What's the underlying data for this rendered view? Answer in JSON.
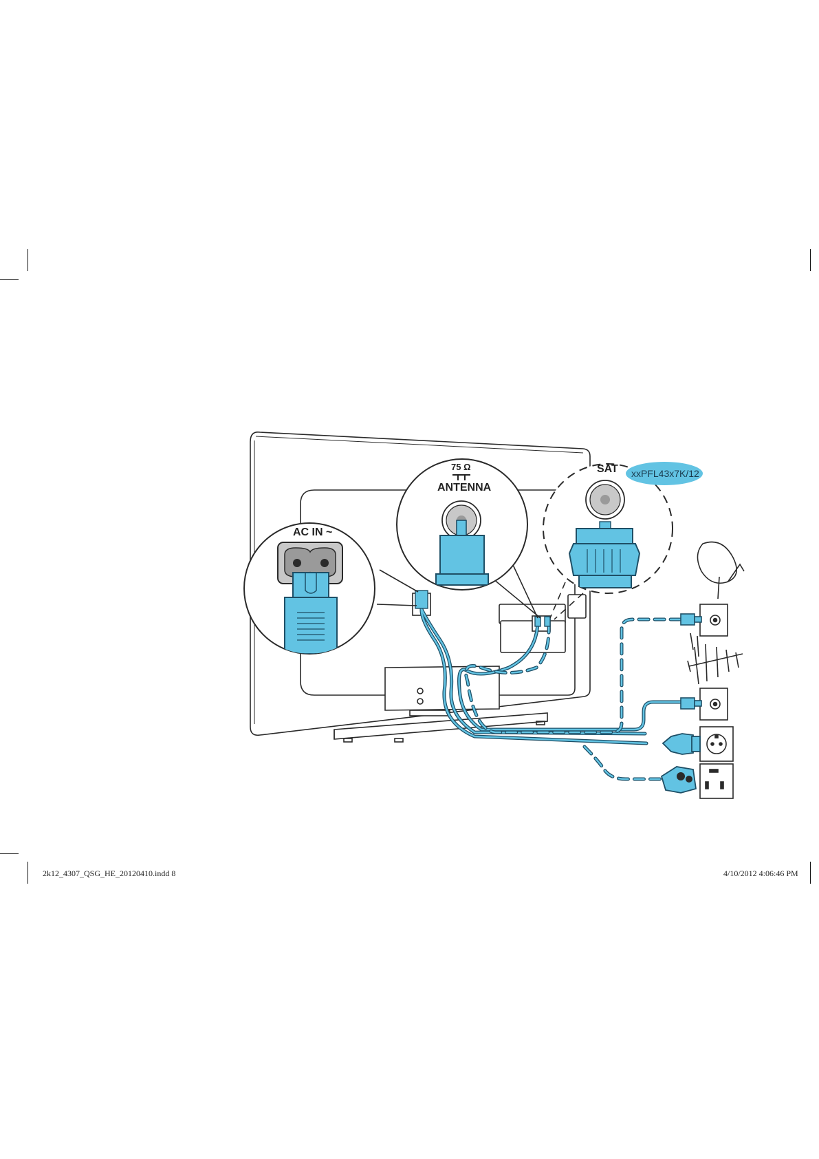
{
  "footer": {
    "file_name": "2k12_4307_QSG_HE_20120410.indd   8",
    "timestamp": "4/10/2012   4:06:46 PM"
  },
  "callouts": {
    "ac_in": "AC IN ~",
    "antenna_impedance": "75 Ω",
    "antenna": "ANTENNA",
    "sat": "SAT",
    "model_tag": "xxPFL43x7K/12"
  },
  "colors": {
    "connector_blue": "#62c3e3",
    "connector_stroke": "#1e4f66",
    "outline": "#2a2a2a",
    "socket_grey": "#c8c8c8"
  }
}
